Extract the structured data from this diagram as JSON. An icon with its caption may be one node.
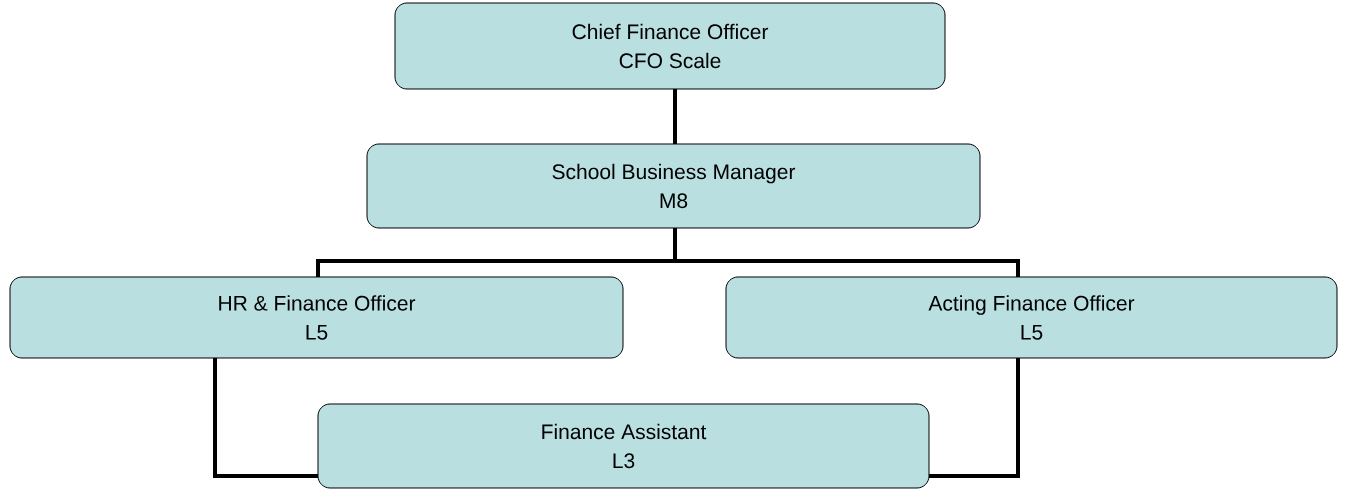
{
  "diagram": {
    "nodes": [
      {
        "text": [
          "Chief Finance Officer",
          "CFO Scale"
        ]
      },
      {
        "text": [
          "School Business Manager",
          "M8"
        ]
      },
      {
        "text": [
          "HR & Finance Officer",
          "L5"
        ]
      },
      {
        "text": [
          "Acting Finance Officer",
          "L5"
        ]
      },
      {
        "text": [
          "Finance Assistant",
          "L3"
        ]
      }
    ],
    "edges": [
      {
        "from": 0,
        "to": 1,
        "arrow": "none"
      },
      {
        "from": 1,
        "to": 2,
        "arrow": "none"
      },
      {
        "from": 1,
        "to": 3,
        "arrow": "none"
      },
      {
        "from": 2,
        "to": 4,
        "arrow": "none"
      },
      {
        "from": 3,
        "to": 4,
        "arrow": "none"
      }
    ]
  }
}
